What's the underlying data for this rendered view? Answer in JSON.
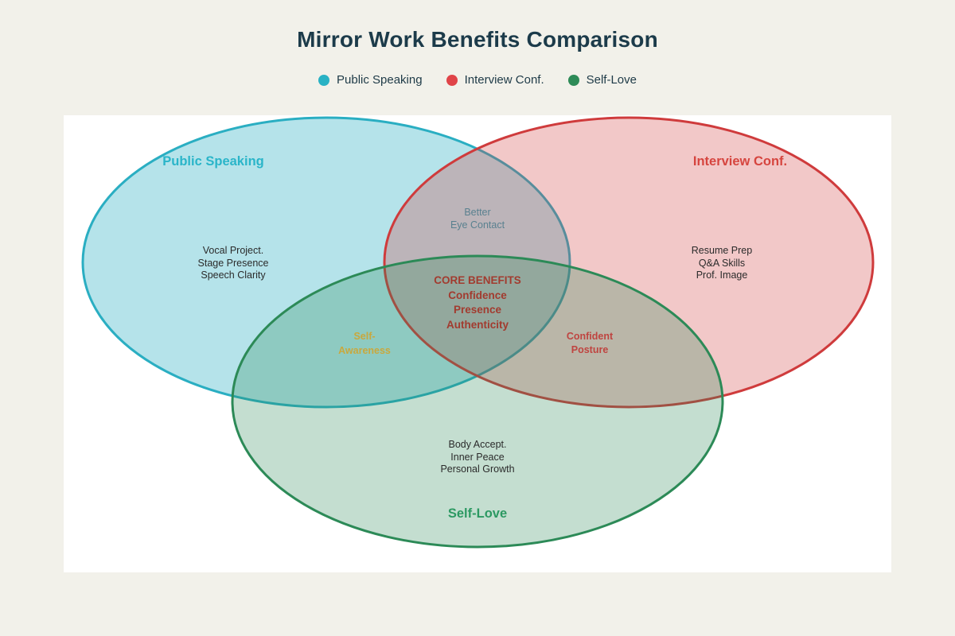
{
  "title": "Mirror Work Benefits Comparison",
  "colors": {
    "page_background": "#f2f1ea",
    "panel_background": "#ffffff",
    "title_text": "#1c3b4a"
  },
  "legend": {
    "items": [
      {
        "label": "Public Speaking",
        "color": "#29b2c4"
      },
      {
        "label": "Interview Conf.",
        "color": "#e04448"
      },
      {
        "label": "Self-Love",
        "color": "#2e8b57"
      }
    ]
  },
  "venn": {
    "sets": [
      {
        "name": "Public Speaking",
        "stroke": "#2aaec2",
        "fill": "rgba(42,174,194,0.35)",
        "label_color": "#2ab5c9",
        "items": [
          "Vocal Project.",
          "Stage Presence",
          "Speech Clarity"
        ]
      },
      {
        "name": "Interview Conf.",
        "stroke": "#cf3b3c",
        "fill": "rgba(208,57,59,0.28)",
        "label_color": "#d6453f",
        "items": [
          "Resume Prep",
          "Q&A Skills",
          "Prof. Image"
        ]
      },
      {
        "name": "Self-Love",
        "stroke": "#2c8a57",
        "fill": "rgba(44,138,87,0.28)",
        "label_color": "#2c9962",
        "items": [
          "Body Accept.",
          "Inner Peace",
          "Personal Growth"
        ]
      }
    ],
    "overlaps": {
      "speaking_interview": {
        "lines": [
          "Better",
          "Eye Contact"
        ],
        "color": "#59808f"
      },
      "speaking_selflove": {
        "lines": [
          "Self-",
          "Awareness"
        ],
        "color": "#c9a83d"
      },
      "interview_selflove": {
        "lines": [
          "Confident",
          "Posture"
        ],
        "color": "#bf4440"
      },
      "core": {
        "lines": [
          "CORE BENEFITS",
          "Confidence",
          "Presence",
          "Authenticity"
        ],
        "color": "#a23b2f"
      }
    }
  }
}
